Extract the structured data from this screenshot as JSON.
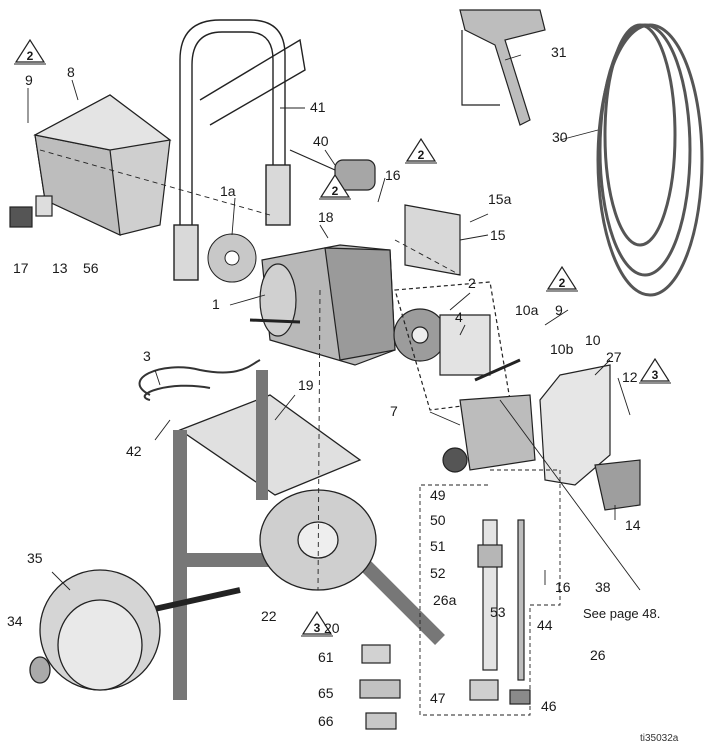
{
  "figure_id": "ti35032a",
  "reference_note": "See page 48.",
  "warning_symbols": [
    {
      "number": "2"
    },
    {
      "number": "2"
    },
    {
      "number": "2"
    },
    {
      "number": "2"
    },
    {
      "number": "3"
    },
    {
      "number": "3"
    }
  ],
  "callouts": {
    "c1": "1",
    "c1a": "1a",
    "c2": "2",
    "c3": "3",
    "c4": "4",
    "c7": "7",
    "c8": "8",
    "c9a": "9",
    "c9b": "9",
    "c10": "10",
    "c10a": "10a",
    "c10b": "10b",
    "c12": "12",
    "c13": "13",
    "c14": "14",
    "c15": "15",
    "c15a": "15a",
    "c16a": "16",
    "c16b": "16",
    "c17": "17",
    "c18": "18",
    "c19": "19",
    "c20": "20",
    "c22": "22",
    "c26": "26",
    "c26a": "26a",
    "c27": "27",
    "c30": "30",
    "c31": "31",
    "c34": "34",
    "c35": "35",
    "c38": "38",
    "c40": "40",
    "c41": "41",
    "c42": "42",
    "c44": "44",
    "c46": "46",
    "c47": "47",
    "c49": "49",
    "c50": "50",
    "c51": "51",
    "c52": "52",
    "c53": "53",
    "c56": "56",
    "c61": "61",
    "c65": "65",
    "c66": "66"
  },
  "colors": {
    "line": "#222222",
    "part_fill": "#d9d9d9",
    "part_dark": "#8a8a8a",
    "part_light": "#efefef"
  }
}
